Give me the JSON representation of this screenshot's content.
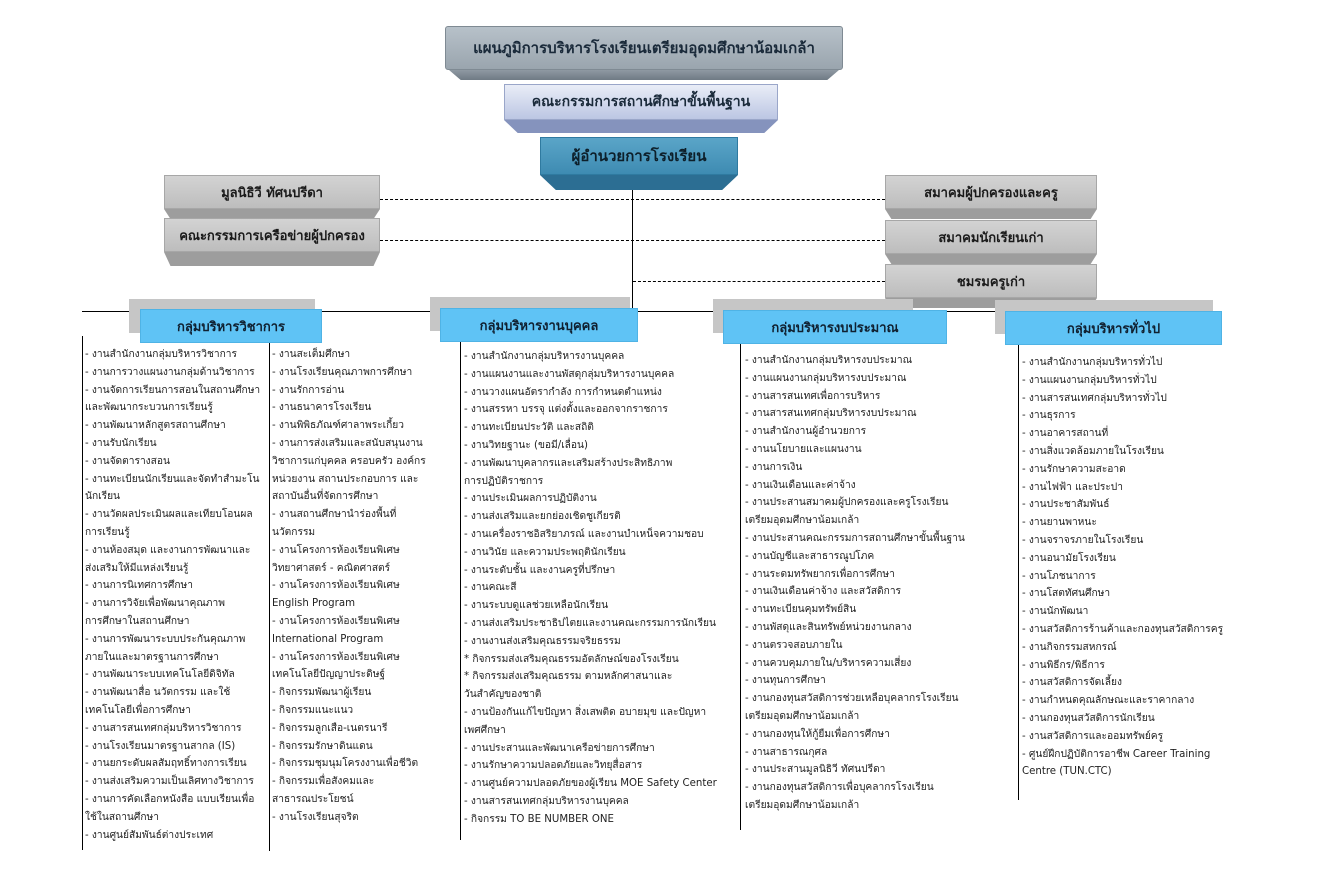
{
  "chart_title": "แผนภูมิการบริหารโรงเรียนเตรียมอุดมศึกษาน้อมเกล้า",
  "committee": "คณะกรรมการสถานศึกษาขั้นพื้นฐาน",
  "director": "ผู้อำนวยการโรงเรียน",
  "left_boxes": [
    "มูลนิธิวี ทัศนปรีดา",
    "คณะกรรมการเครือข่ายผู้ปกครอง"
  ],
  "right_boxes": [
    "สมาคมผู้ปกครองและครู",
    "สมาคมนักเรียนเก่า",
    "ชมรมครูเก่า"
  ],
  "groups": [
    {
      "title": "กลุ่มบริหารวิชาการ",
      "col1": [
        "- งานสำนักงานกลุ่มบริหารวิชาการ",
        "- งานการวางแผนงานกลุ่มด้านวิชาการ",
        "- งานจัดการเรียนการสอนในสถานศึกษา",
        "  และพัฒนากระบวนการเรียนรู้",
        "- งานพัฒนาหลักสูตรสถานศึกษา",
        "- งานรับนักเรียน",
        "- งานจัดตารางสอน",
        "- งานทะเบียนนักเรียนและจัดทำสำมะโน",
        "  นักเรียน",
        "- งานวัดผลประเมินผลและเทียบโอนผล",
        "  การเรียนรู้",
        "- งานห้องสมุด และงานการพัฒนาและ",
        "  ส่งเสริมให้มีแหล่งเรียนรู้",
        "- งานการนิเทศการศึกษา",
        "- งานการวิจัยเพื่อพัฒนาคุณภาพ",
        "  การศึกษาในสถานศึกษา",
        "- งานการพัฒนาระบบประกันคุณภาพ",
        "  ภายในและมาตรฐานการศึกษา",
        "- งานพัฒนาระบบเทคโนโลยีดิจิทัล",
        "- งานพัฒนาสื่อ นวัตกรรม และใช้",
        "  เทคโนโลยีเพื่อการศึกษา",
        "- งานสารสนเทศกลุ่มบริหารวิชาการ",
        "- งานโรงเรียนมาตรฐานสากล (IS)",
        "- งานยกระดับผลสัมฤทธิ์ทางการเรียน",
        "- งานส่งเสริมความเป็นเลิศทางวิชาการ",
        "- งานการคัดเลือกหนังสือ แบบเรียนเพื่อ",
        "  ใช้ในสถานศึกษา",
        "- งานศูนย์สัมพันธ์ต่างประเทศ"
      ],
      "col2": [
        "- งานสะเต็มศึกษา",
        "- งานโรงเรียนคุณภาพการศึกษา",
        "- งานรักการอ่าน",
        "- งานธนาคารโรงเรียน",
        "- งานพิพิธภัณฑ์ศาลาพระเกี้ยว",
        "- งานการส่งเสริมและสนับสนุนงาน",
        "  วิชาการแก่บุคคล ครอบครัว องค์กร",
        "  หน่วยงาน สถานประกอบการ และ",
        "  สถาบันอื่นที่จัดการศึกษา",
        "- งานสถานศึกษานำร่องพื้นที่",
        "  นวัตกรรม",
        "- งานโครงการห้องเรียนพิเศษ",
        "  วิทยาศาสตร์ - คณิตศาสตร์",
        "- งานโครงการห้องเรียนพิเศษ",
        "  English Program",
        "- งานโครงการห้องเรียนพิเศษ",
        "  International Program",
        "- งานโครงการห้องเรียนพิเศษ",
        "  เทคโนโลยีปัญญาประดิษฐ์",
        "- กิจกรรมพัฒนาผู้เรียน",
        "- กิจกรรมแนะแนว",
        "- กิจกรรมลูกเสือ-เนตรนารี",
        "- กิจกรรมรักษาดินแดน",
        "- กิจกรรมชุมนุมโครงงานเพื่อชีวิต",
        "- กิจกรรมเพื่อสังคมและ",
        "  สาธารณประโยชน์",
        "- งานโรงเรียนสุจริต"
      ]
    },
    {
      "title": "กลุ่มบริหารงานบุคคล",
      "col1": [
        "- งานสำนักงานกลุ่มบริหารงานบุคคล",
        "- งานแผนงานและงานพัสดุกลุ่มบริหารงานบุคคล",
        "- งานวางแผนอัตรากำลัง การกำหนดตำแหน่ง",
        "- งานสรรหา บรรจุ แต่งตั้งและออกจากราชการ",
        "- งานทะเบียนประวัติ และสถิติ",
        "- งานวิทยฐานะ (ขอมี/เลื่อน)",
        "- งานพัฒนาบุคลากรและเสริมสร้างประสิทธิภาพ",
        "  การปฏิบัติราชการ",
        "- งานประเมินผลการปฏิบัติงาน",
        "- งานส่งเสริมและยกย่องเชิดชูเกียรติ",
        "- งานเครื่องราชอิสริยาภรณ์ และงานบำเหน็จความชอบ",
        "- งานวินัย และความประพฤตินักเรียน",
        "- งานระดับชั้น และงานครูที่ปรึกษา",
        "- งานคณะสี",
        "- งานระบบดูแลช่วยเหลือนักเรียน",
        "- งานส่งเสริมประชาธิปไตยและงานคณะกรรมการนักเรียน",
        "- งานงานส่งเสริมคุณธรรมจริยธรรม",
        "  * กิจกรรมส่งเสริมคุณธรรมอัตลักษณ์ของโรงเรียน",
        "  * กิจกรรมส่งเสริมคุณธรรม ตามหลักศาสนาและ",
        "     วันสำคัญของชาติ",
        "- งานป้องกันแก้ไขปัญหา สิ่งเสพติด อบายมุข และปัญหา",
        "  เพศศึกษา",
        "- งานประสานและพัฒนาเครือข่ายการศึกษา",
        "- งานรักษาความปลอดภัยและวิทยุสื่อสาร",
        "- งานศูนย์ความปลอดภัยของผู้เรียน MOE Safety Center",
        "- งานสารสนเทศกลุ่มบริหารงานบุคคล",
        "- กิจกรรม TO BE NUMBER ONE"
      ]
    },
    {
      "title": "กลุ่มบริหารงบประมาณ",
      "col1": [
        "- งานสำนักงานกลุ่มบริหารงบประมาณ",
        "- งานแผนงานกลุ่มบริหารงบประมาณ",
        "- งานสารสนเทศเพื่อการบริหาร",
        "- งานสารสนเทศกลุ่มบริหารงบประมาณ",
        "- งานสำนักงานผู้อำนวยการ",
        "- งานนโยบายและแผนงาน",
        "- งานการเงิน",
        "- งานเงินเดือนและค่าจ้าง",
        "- งานประสานสมาคมผู้ปกครองและครูโรงเรียน",
        "  เตรียมอุดมศึกษาน้อมเกล้า",
        "- งานประสานคณะกรรมการสถานศึกษาขั้นพื้นฐาน",
        "- งานบัญชีและสาธารณูปโภค",
        "- งานระดมทรัพยากรเพื่อการศึกษา",
        "- งานเงินเดือนค่าจ้าง และสวัสดิการ",
        "- งานทะเบียนคุมทรัพย์สิน",
        "- งานพัสดุและสินทรัพย์หน่วยงานกลาง",
        "- งานตรวจสอบภายใน",
        "- งานควบคุมภายใน/บริหารความเสี่ยง",
        "- งานทุนการศึกษา",
        "- งานกองทุนสวัสดิการช่วยเหลือบุคลากรโรงเรียน",
        "  เตรียมอุดมศึกษาน้อมเกล้า",
        "- งานกองทุนให้กู้ยืมเพื่อการศึกษา",
        "- งานสาธารณกุศล",
        "- งานประสานมูลนิธิวี ทัศนปรีดา",
        "- งานกองทุนสวัสดิการเพื่อบุคลากรโรงเรียน",
        "  เตรียมอุดมศึกษาน้อมเกล้า"
      ]
    },
    {
      "title": "กลุ่มบริหารทั่วไป",
      "col1": [
        "- งานสำนักงานกลุ่มบริหารทั่วไป",
        "- งานแผนงานกลุ่มบริหารทั่วไป",
        "- งานสารสนเทศกลุ่มบริหารทั่วไป",
        "- งานธุรการ",
        "- งานอาคารสถานที่",
        "- งานสิ่งแวดล้อมภายในโรงเรียน",
        "- งานรักษาความสะอาด",
        "- งานไฟฟ้า และประปา",
        "- งานประชาสัมพันธ์",
        "- งานยานพาหนะ",
        "- งานจราจรภายในโรงเรียน",
        "- งานอนามัยโรงเรียน",
        "- งานโภชนาการ",
        "- งานโสตทัศนศึกษา",
        "- งานนักพัฒนา",
        "- งานสวัสดิการร้านค้าและกองทุนสวัสดิการครู",
        "- งานกิจกรรมสหกรณ์",
        "- งานพิธีกร/พิธีการ",
        "- งานสวัสดิการจัดเลี้ยง",
        "- งานกำหนดคุณลักษณะและราคากลาง",
        "- งานกองทุนสวัสดิการนักเรียน",
        "- งานสวัสดิการและออมทรัพย์ครู",
        "- ศูนย์ฝึกปฏิบัติการอาชีพ Career Training",
        "  Centre (TUN.CTC)"
      ]
    }
  ]
}
